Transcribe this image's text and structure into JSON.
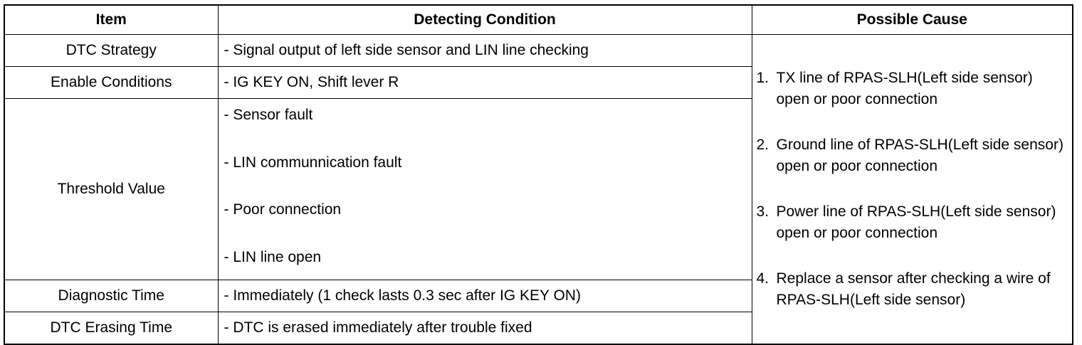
{
  "headers": {
    "item": "Item",
    "condition": "Detecting Condition",
    "cause": "Possible Cause"
  },
  "rows": {
    "strategy": {
      "item": "DTC Strategy",
      "condition": "- Signal output of left side sensor and LIN line checking"
    },
    "enable": {
      "item": "Enable Conditions",
      "condition": "- IG KEY ON, Shift lever R"
    },
    "threshold": {
      "item": "Threshold Value",
      "conditions": [
        "- Sensor fault",
        "- LIN communnication fault",
        "- Poor connection",
        "- LIN line open"
      ]
    },
    "diag_time": {
      "item": "Diagnostic Time",
      "condition": "- Immediately (1 check lasts 0.3 sec after IG KEY ON)"
    },
    "erasing": {
      "item": "DTC Erasing Time",
      "condition": "- DTC is erased immediately after trouble fixed"
    }
  },
  "causes": [
    {
      "num": "1.",
      "text": "TX line of RPAS-SLH(Left side sensor) open or poor connection"
    },
    {
      "num": "2.",
      "text": "Ground line of RPAS-SLH(Left side sensor) open or poor connection"
    },
    {
      "num": "3.",
      "text": "Power line of RPAS-SLH(Left side sensor) open or poor connection"
    },
    {
      "num": "4.",
      "text": "Replace a sensor after checking a wire of RPAS-SLH(Left side sensor)"
    }
  ]
}
